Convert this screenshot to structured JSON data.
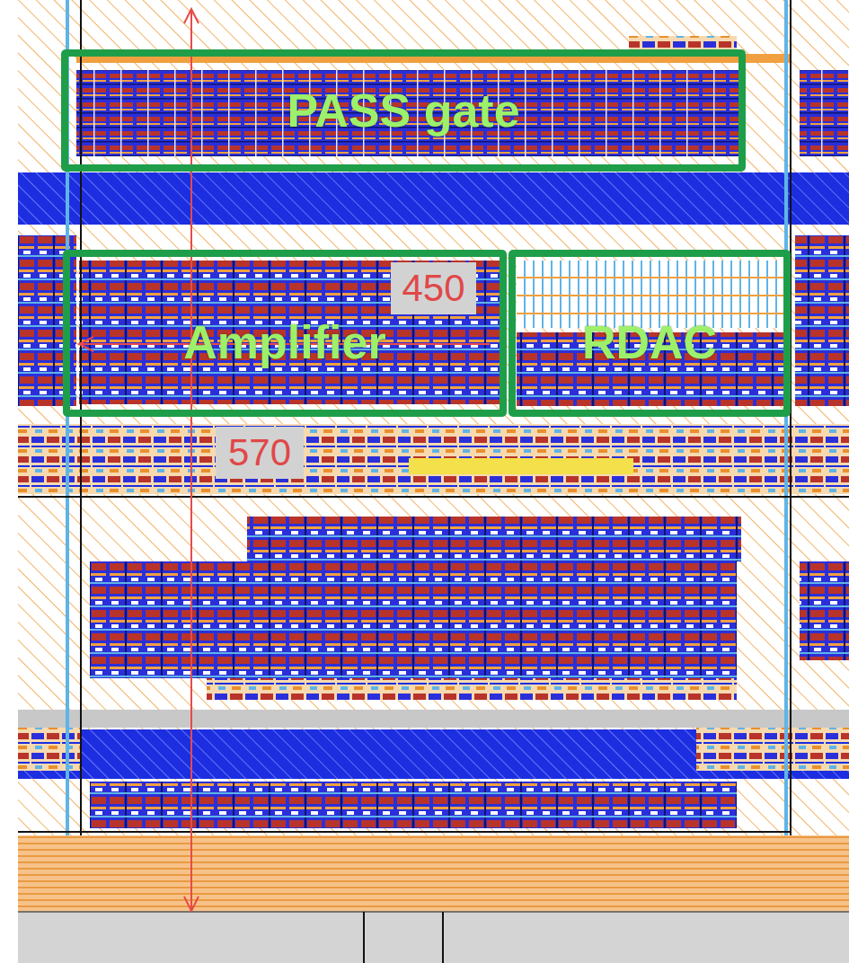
{
  "diagram": {
    "nodes": [
      {
        "text": [
          "PASS gate"
        ]
      },
      {
        "text": [
          "Amplifier"
        ]
      },
      {
        "text": [
          "RDAC"
        ]
      }
    ],
    "labels": [
      "450",
      "570"
    ]
  }
}
